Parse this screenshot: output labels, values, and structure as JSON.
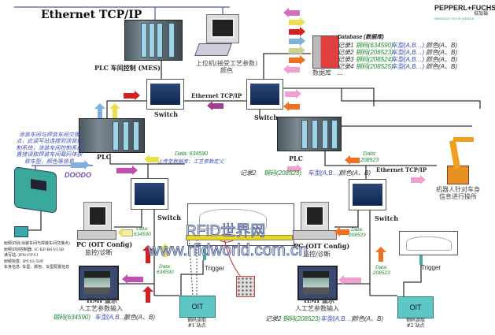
{
  "title": "Ethernet TCP/IP",
  "logo": {
    "brand": "PEPPERL+FUCHS",
    "cn": "倍加福",
    "tagline": "SENSING YOUR NEEDS"
  },
  "mes_plc": {
    "label": "PLC 车间控制 (MES)"
  },
  "host_pc": {
    "label_line1": "上位机(接受工艺参数)",
    "label_line2": "颜色"
  },
  "database": {
    "label": "数据库",
    "header": "Database (数据库)",
    "records": [
      {
        "rec": "记录1",
        "code": "钢码(634590)",
        "model": "车型(A,B…)",
        "color": "颜色(A、B)"
      },
      {
        "rec": "记录2",
        "code": "钢码(208523)",
        "model": "车型(A,B…)",
        "color": "颜色(A、B)"
      },
      {
        "rec": "记录3",
        "code": "钢码(208524)",
        "model": "车型(A,B…)",
        "color": "颜色(A、B)"
      },
      {
        "rec": "记录4",
        "code": "钢码(208525)",
        "model": "车型(A,B…)",
        "color": "颜色(A、B)"
      }
    ],
    "more": "…"
  },
  "network": {
    "ethernet_mid": "Ethernet TCP/IP",
    "ethernet_right": "Ethernet TCP/IP",
    "switch": "Switch"
  },
  "plc": "PLC",
  "left_note": [
    "涂装车间与焊装车间交接",
    "点，此读写站连接到涂装控",
    "制系统，涂装车间控制系统",
    "直接读取焊装车间载码体获",
    "取车型，颜色等信息"
  ],
  "left_data": {
    "data": "Data: 634590",
    "upload": "上传至数据库：工艺参数定义"
  },
  "right_data": {
    "data_label": "Data:",
    "data_value": "208523"
  },
  "mid_record": {
    "rec": "记录2",
    "code": "钢码(208523)",
    "model": "车型(A,B…)",
    "color": "颜色(A、B)"
  },
  "robot": {
    "line1": "机器人针对车身",
    "line2": "信息进行操所"
  },
  "device_spec": [
    "射频识别(涂装车间与焊装车间交接点)",
    "射频识别控制器: IC-KP-B6-V15B",
    "读写站: IPH-FP-V1",
    "射频标签: IPC03-50P",
    "车身信息: 车型、颜色、车型配置信息"
  ],
  "station1": {
    "pc_label": "PC (OIT Config)",
    "pc_sub": "监控/诊断",
    "data_label": "Data:",
    "data_value": "634590",
    "hmi_label": "HMI 显示",
    "hmi_sub": "人工艺参数输入",
    "code": "钢码(634590)",
    "model": "车型(A,B…)",
    "color": "颜色(A、B)",
    "oit": "OIT",
    "oit_sub1": "钢码读取",
    "oit_sub2": "#1 站点",
    "trigger": "Trigger"
  },
  "station2": {
    "pc_label": "PC (OIT Config)",
    "pc_sub": "监控/诊断",
    "data_label": "Data:",
    "data_value": "208523",
    "hmi_label": "HMI 显示",
    "hmi_sub": "人工艺参数输入",
    "rec": "记录2",
    "code": "钢码(208523)",
    "model": "车型(A,B…)",
    "color": "颜色(A、B)",
    "oit": "OIT",
    "oit_sub1": "钢码读取",
    "oit_sub2": "#2 站点",
    "trigger": "Trigger"
  },
  "watermark": {
    "line1": "RFID世界网",
    "line2": "www.rfidworld.com.cn"
  },
  "colors": {
    "network_line": "#4a5aa0",
    "cable": "#333333",
    "data_text": "#1a8a2a",
    "model_text": "#3d4fb8",
    "arrow_red": "#d42020",
    "arrow_orange": "#f07020",
    "arrow_pink": "#e070c0"
  }
}
